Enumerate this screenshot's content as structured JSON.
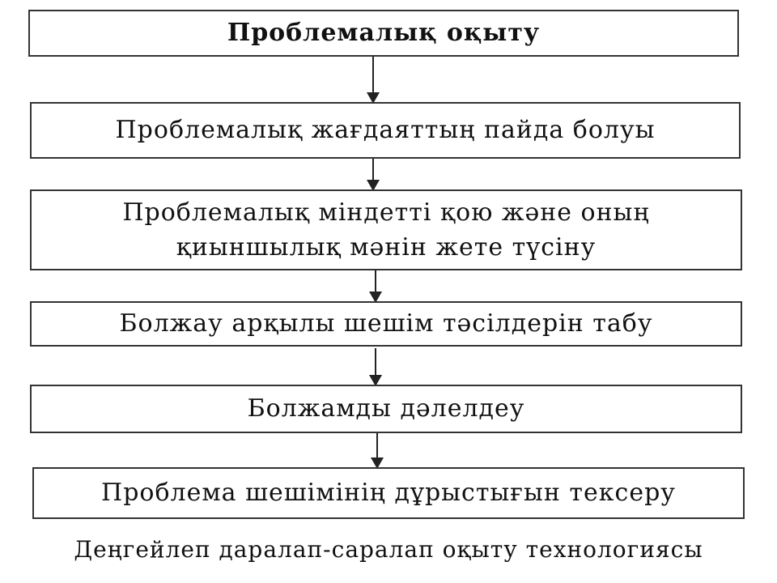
{
  "diagram": {
    "nodes": [
      {
        "id": "root",
        "lines": [
          "Проблемалық оқыту"
        ]
      },
      {
        "id": "step1",
        "lines": [
          "Проблемалық жағдаяттың пайда болуы"
        ]
      },
      {
        "id": "step2",
        "lines": [
          "Проблемалық міндетті қою және оның",
          "қиыншылық мәнін жете түсіну"
        ]
      },
      {
        "id": "step3",
        "lines": [
          "Болжау арқылы шешім тәсілдерін табу"
        ]
      },
      {
        "id": "step4",
        "lines": [
          "Болжамды дәлелдеу"
        ]
      },
      {
        "id": "step5",
        "lines": [
          "Проблема шешімінің дұрыстығын тексеру"
        ]
      }
    ],
    "caption": "Деңгейлеп даралап-саралап оқыту технологиясы"
  }
}
